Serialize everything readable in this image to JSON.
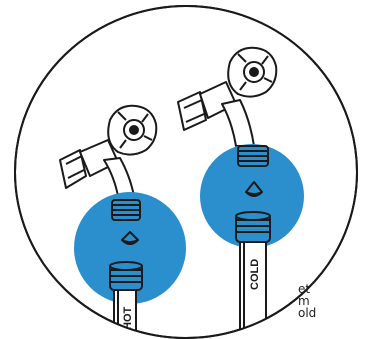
{
  "hoses": {
    "hot_label": "HOT",
    "cold_label": "COLD"
  },
  "caption_fragments": [
    "et",
    "m",
    "old"
  ],
  "colors": {
    "highlight": "#2b8fce",
    "outline": "#1a1a1a",
    "background": "#ffffff"
  },
  "icons": [
    "hose-faucet-icon",
    "faucet-handle-icon",
    "washer-icon",
    "hose-coupling-icon"
  ]
}
